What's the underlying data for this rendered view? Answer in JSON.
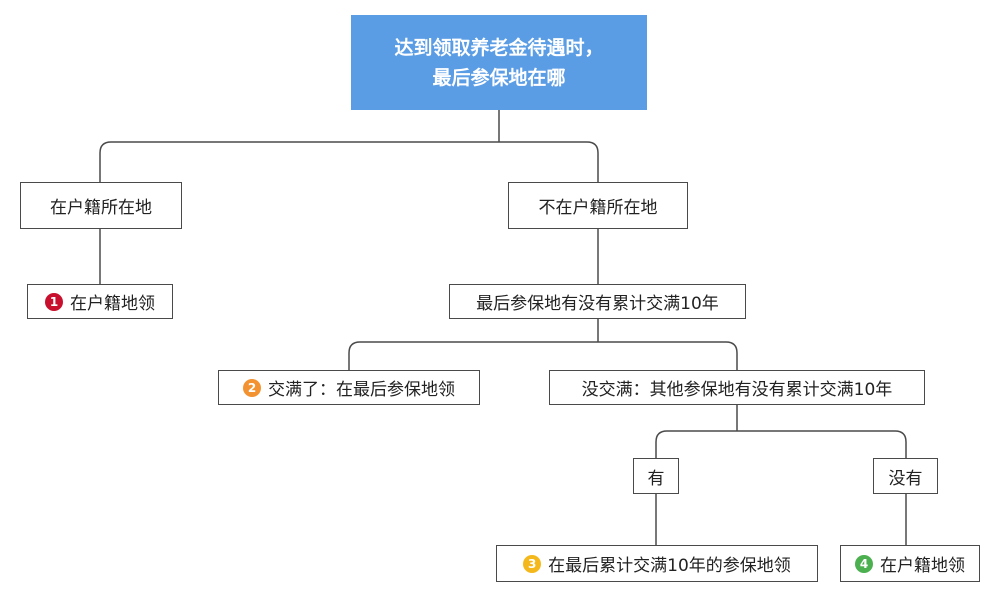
{
  "root": {
    "line1": "达到领取养老金待遇时，",
    "line2": "最后参保地在哪"
  },
  "branches": {
    "in_household": "在户籍所在地",
    "not_in_household": "不在户籍所在地"
  },
  "questions": {
    "q1": "最后参保地有没有累计交满10年",
    "q2": "没交满：其他参保地有没有累计交满10年"
  },
  "answers": {
    "yes": "有",
    "no": "没有"
  },
  "results": [
    {
      "number": "1",
      "text": "在户籍地领",
      "color": "#c8102e"
    },
    {
      "number": "2",
      "text": "交满了：在最后参保地领",
      "color": "#f39230"
    },
    {
      "number": "3",
      "text": "在最后累计交满10年的参保地领",
      "color": "#f5b81c"
    },
    {
      "number": "4",
      "text": "在户籍地领",
      "color": "#4caf50"
    }
  ],
  "line_color": "#4a4a4a",
  "root_color": "#5b9de5"
}
